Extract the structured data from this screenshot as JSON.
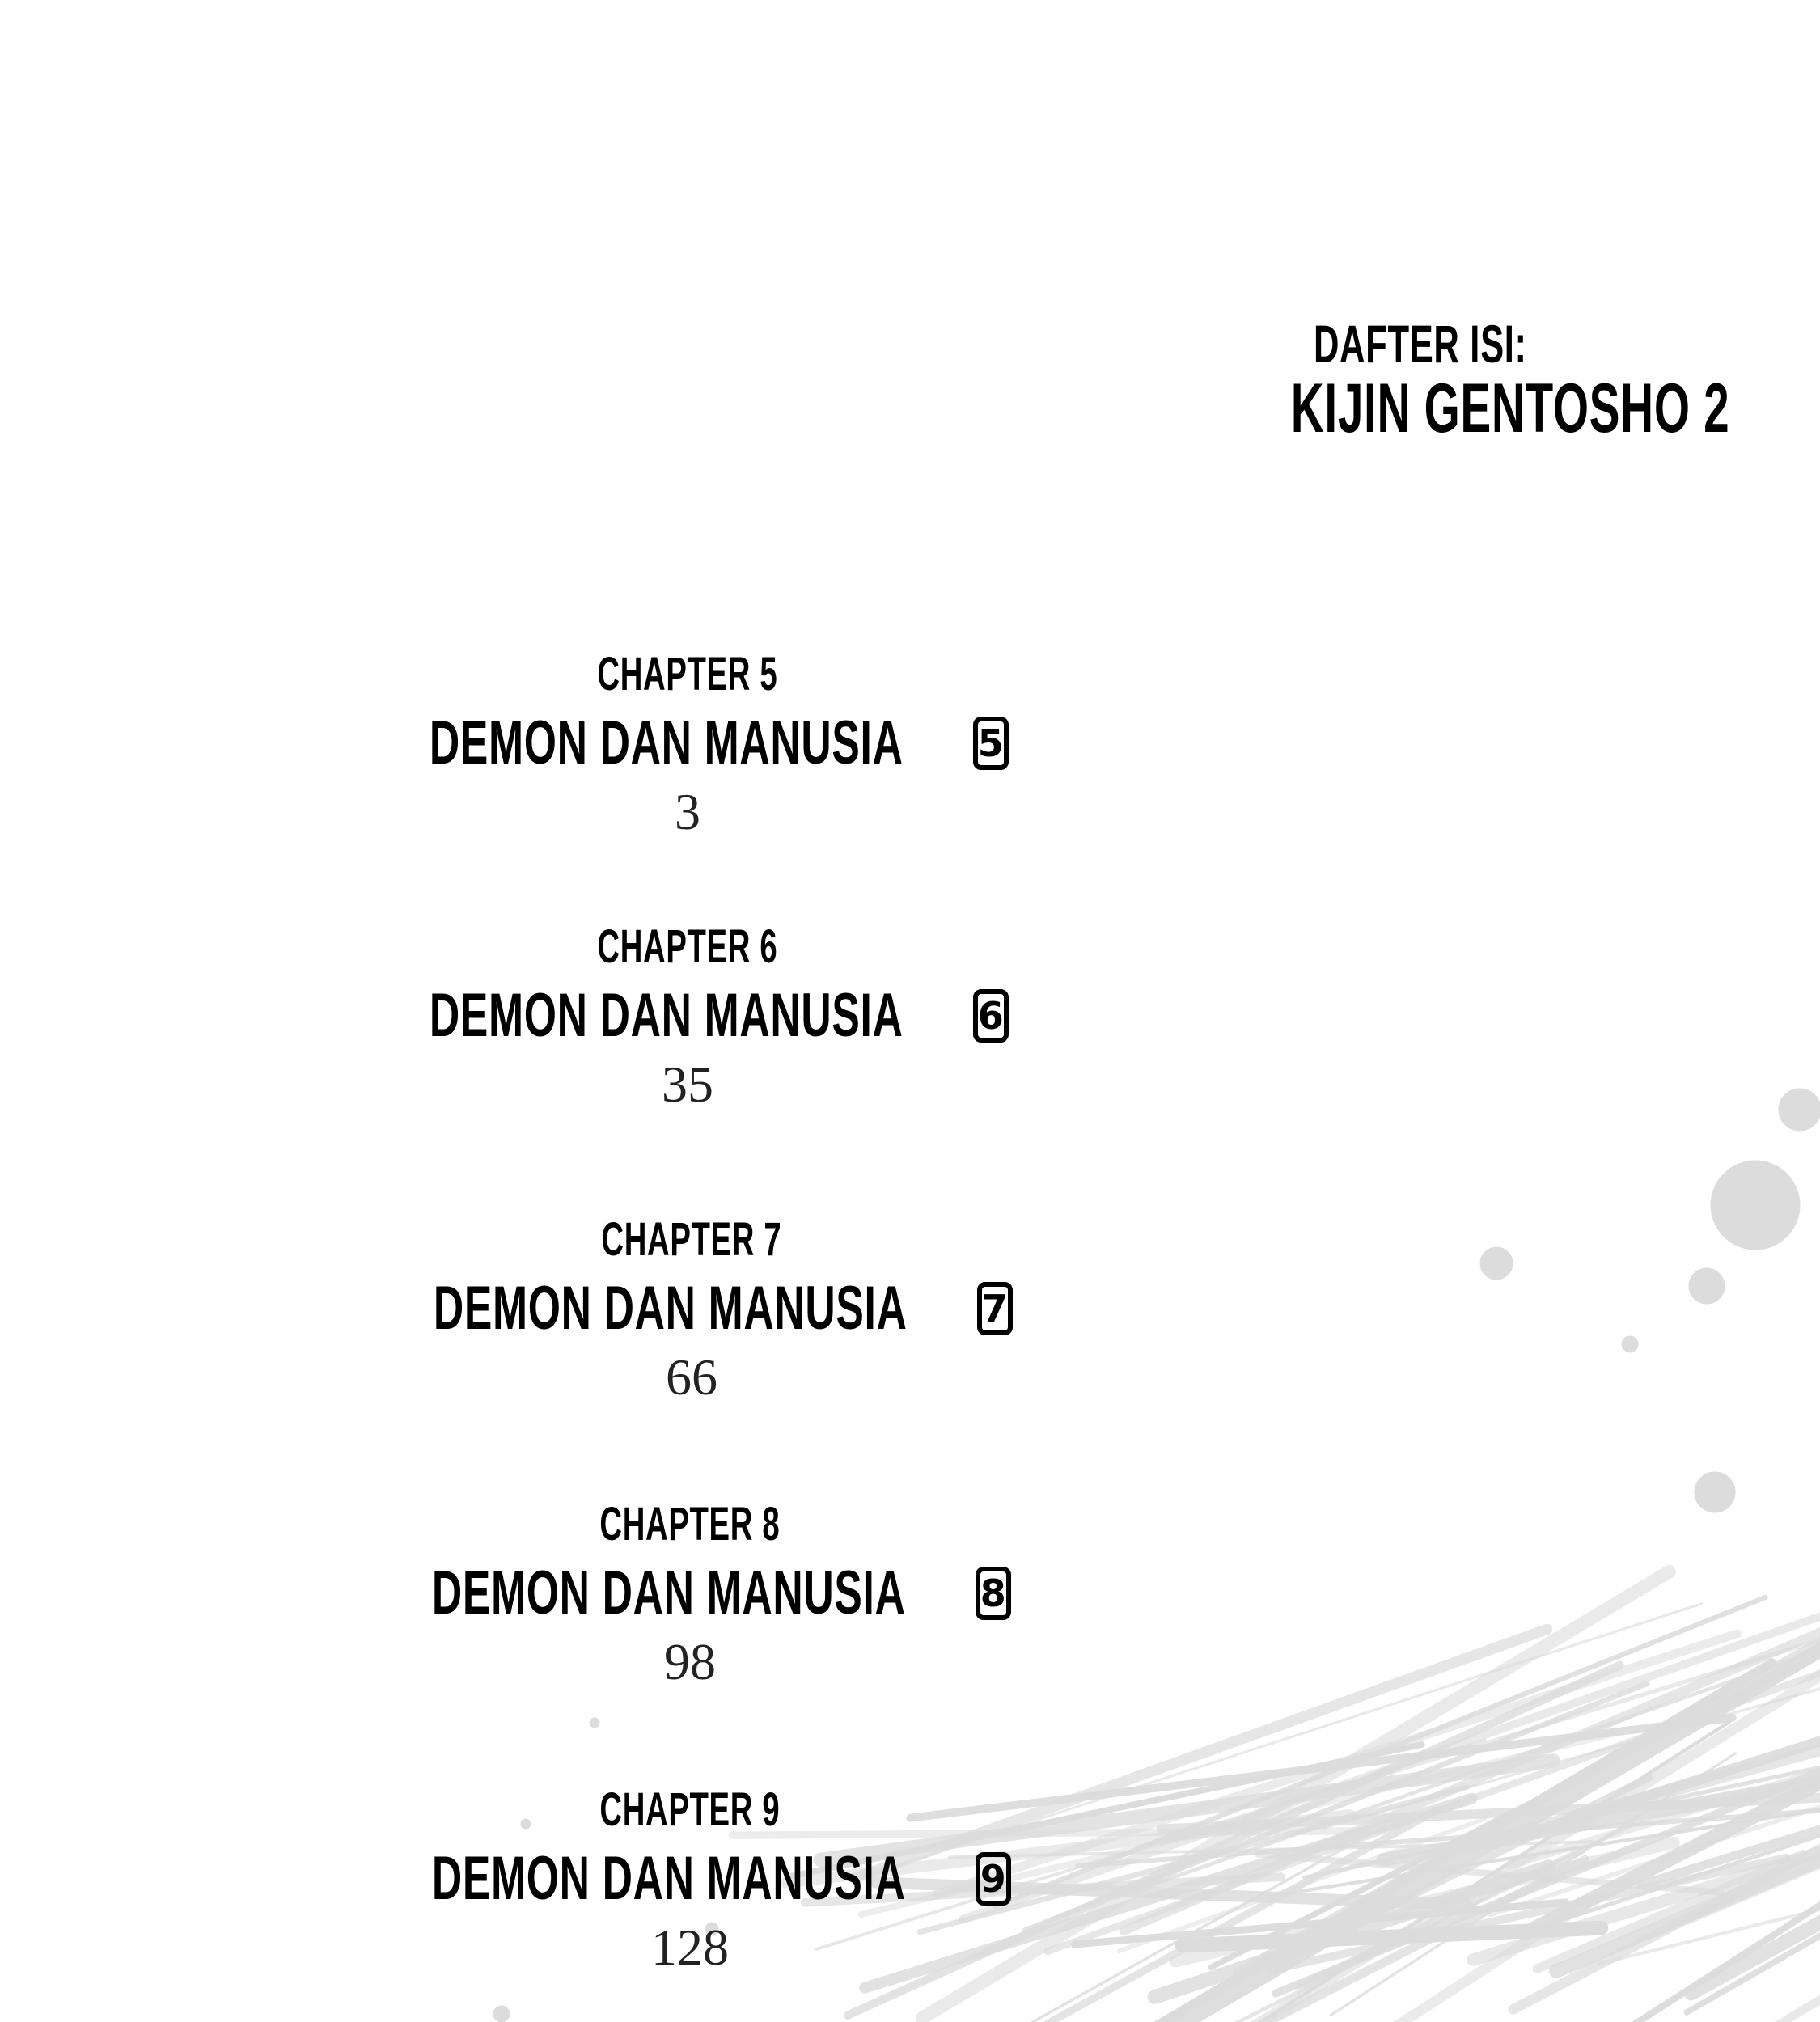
{
  "header": {
    "label": "DAFTER ISI:",
    "title": "KIJIN GENTOSHO 2"
  },
  "chapters": [
    {
      "label": "CHAPTER 5",
      "title": "DEMON DAN MANUSIA",
      "number": "5",
      "page": "3"
    },
    {
      "label": "CHAPTER 6",
      "title": "DEMON DAN MANUSIA",
      "number": "6",
      "page": "35"
    },
    {
      "label": "CHAPTER 7",
      "title": "DEMON DAN MANUSIA",
      "number": "7",
      "page": "66"
    },
    {
      "label": "CHAPTER 8",
      "title": "DEMON DAN MANUSIA",
      "number": "8",
      "page": "98"
    },
    {
      "label": "CHAPTER 9",
      "title": "DEMON DAN MANUSIA",
      "number": "9",
      "page": "128"
    }
  ],
  "colors": {
    "text": "#000000",
    "page_number": "#222222",
    "splatter": "#d9d9d9"
  }
}
